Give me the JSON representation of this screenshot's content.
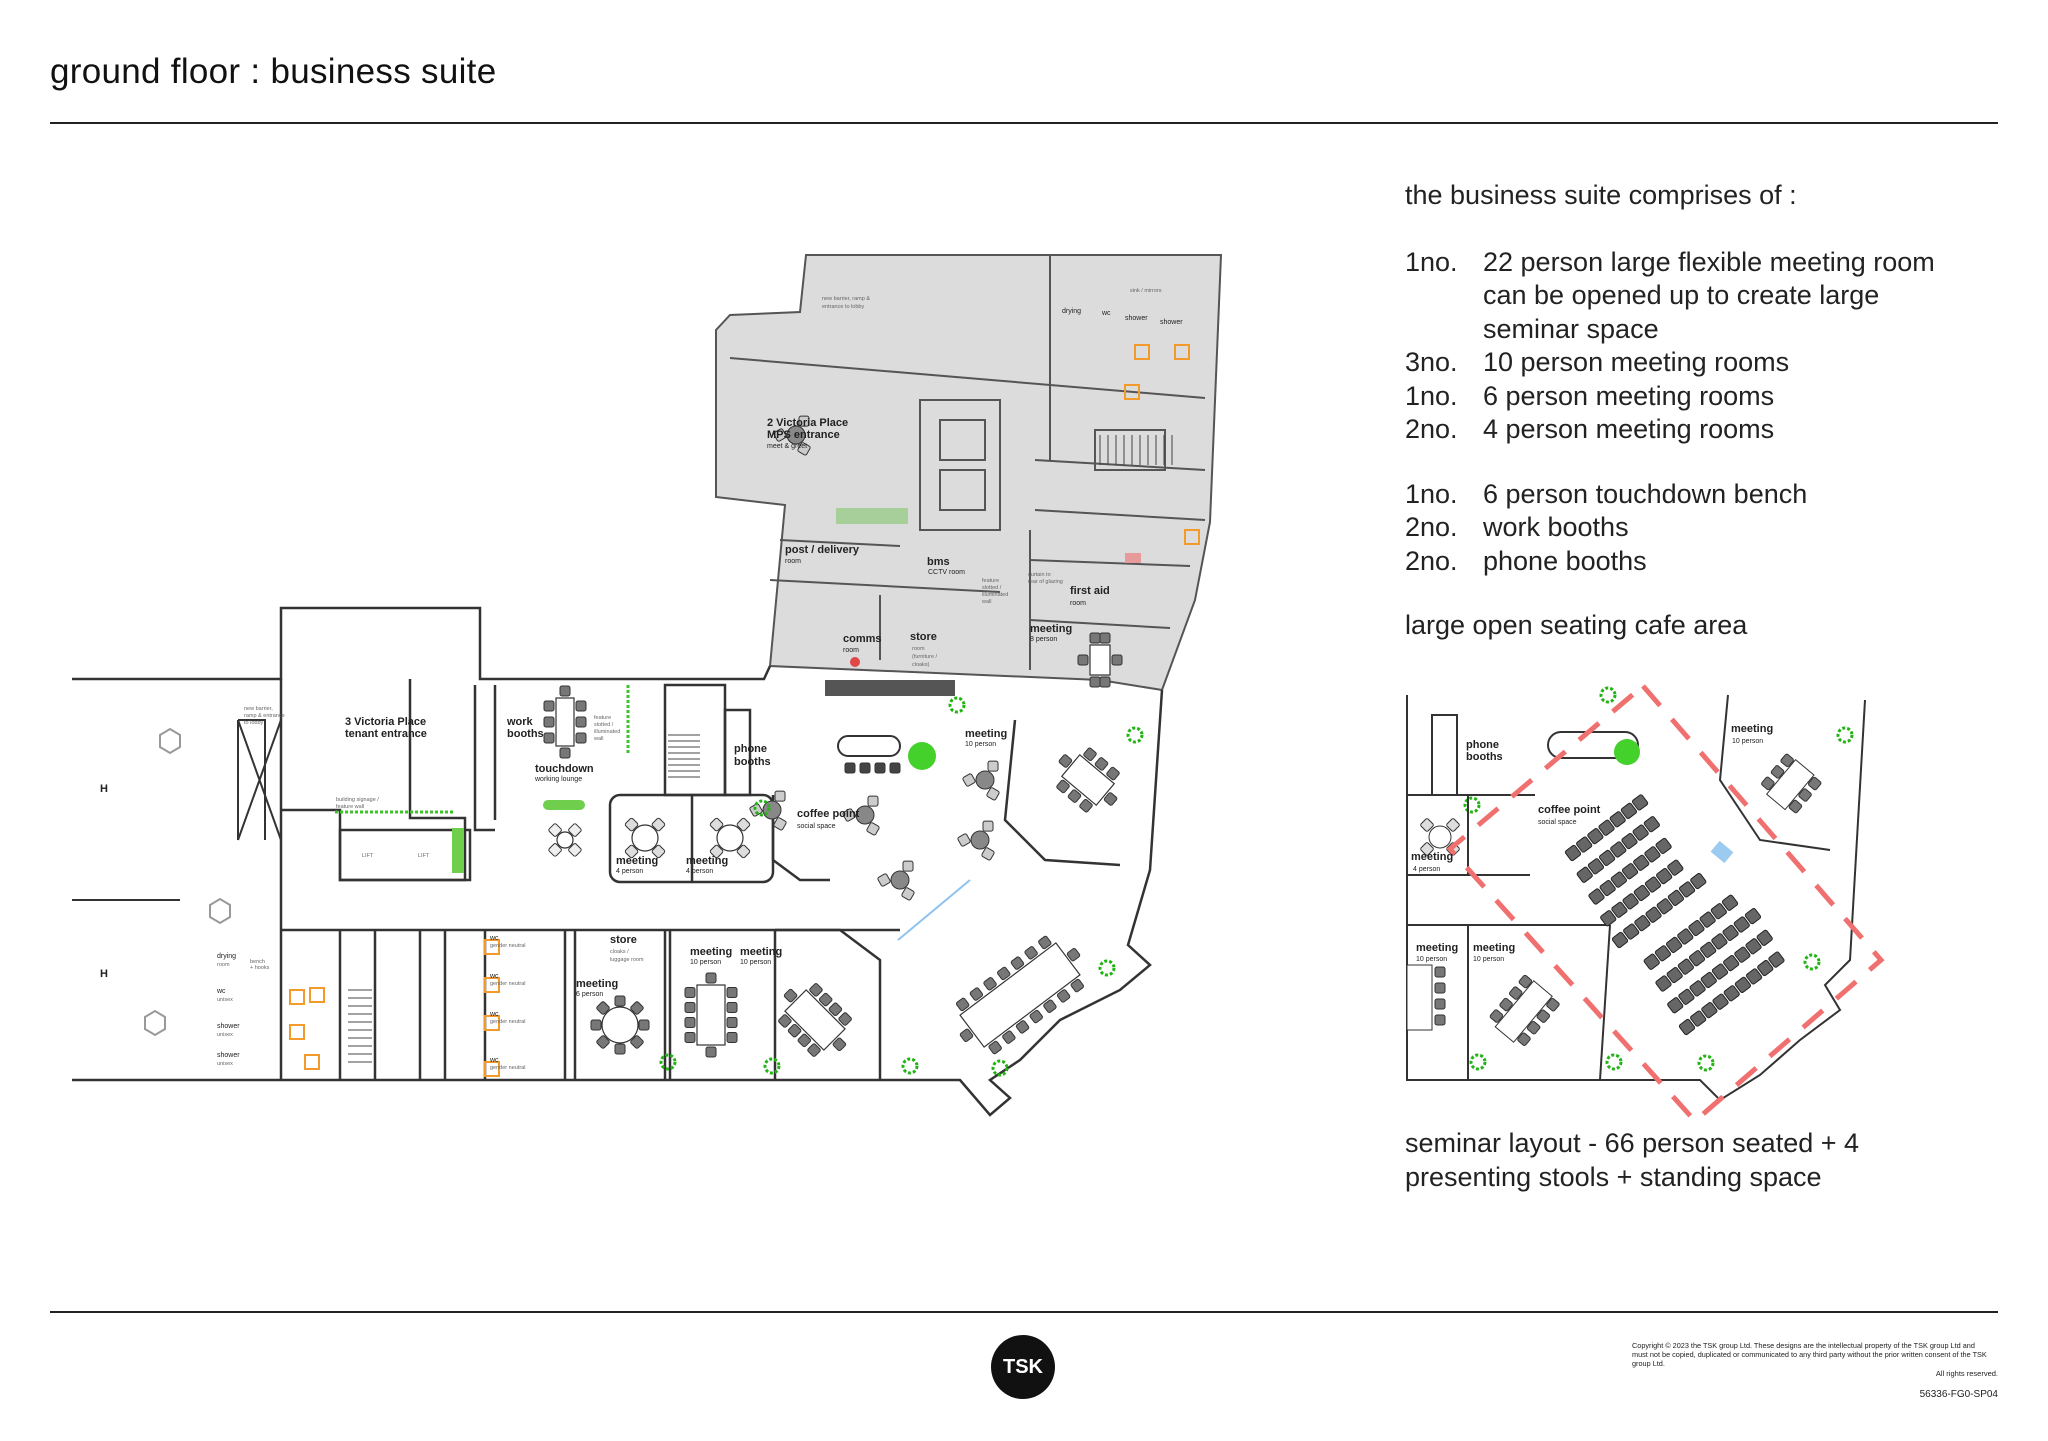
{
  "header": {
    "title": "ground floor : business suite"
  },
  "summary": {
    "intro": "the business suite comprises of :",
    "items": [
      {
        "qty": "1no.",
        "lines": [
          "22 person large flexible meeting room",
          "can be opened up to create large",
          "seminar space"
        ]
      },
      {
        "qty": "3no.",
        "lines": [
          "10 person meeting rooms"
        ]
      },
      {
        "qty": "1no.",
        "lines": [
          "6 person meeting rooms"
        ]
      },
      {
        "qty": "2no.",
        "lines": [
          "4 person meeting rooms"
        ]
      },
      {
        "qty": "1no.",
        "lines": [
          "6 person touchdown bench"
        ]
      },
      {
        "qty": "2no.",
        "lines": [
          "work booths"
        ]
      },
      {
        "qty": "2no.",
        "lines": [
          "phone booths"
        ]
      }
    ],
    "cafe": "large open seating cafe area"
  },
  "inset": {
    "caption": [
      "seminar layout - 66 person seated + 4",
      "presenting stools + standing space"
    ],
    "labels": {
      "phone": "phone",
      "booths": "booths",
      "coffee": "coffee point",
      "social": "social space",
      "meeting": "meeting",
      "p10": "10 person",
      "p4": "4 person"
    }
  },
  "plan": {
    "v2_title": "2 Victoria Place",
    "v2_sub": "MPS entrance",
    "v2_note": "meet & greet",
    "v3_title": "3 Victoria Place",
    "v3_sub": "tenant entrance",
    "barrier": [
      "new barrier,",
      "ramp & entrance",
      "to lobby"
    ],
    "barrier_top": [
      "new barrier, ramp &",
      "entrance to lobby"
    ],
    "signage": [
      "building signage /",
      "feature wall"
    ],
    "lift": "LIFT",
    "work": "work",
    "booths": "booths",
    "touchdown": "touchdown",
    "working_lounge": "working lounge",
    "feature_wall": [
      "feature",
      "slotted /",
      "illuminated",
      "wall"
    ],
    "post": "post / delivery",
    "room": "room",
    "bms": "bms",
    "cctv": "CCTV room",
    "curtain": [
      "curtain to",
      "rear of glazing"
    ],
    "first_aid": "first aid",
    "comms": "comms",
    "store": "store",
    "store_sub": [
      "room",
      "(furniture /",
      "cloaks)"
    ],
    "cloaks": [
      "cloaks /",
      "luggage room"
    ],
    "phone": "phone",
    "coffee": "coffee point",
    "social": "social space",
    "meeting": "meeting",
    "p4": "4 person",
    "p6": "6 person",
    "p8": "8 person",
    "p10": "10 person",
    "drying": "drying",
    "bench": [
      "bench",
      "+ hooks"
    ],
    "wc": "wc",
    "unisex": "unisex",
    "shower": "shower",
    "gender_neutral": "gender neutral",
    "sink": "sink / mirrors"
  },
  "footer": {
    "logo": "TSK",
    "copyright": "Copyright © 2023 the TSK group Ltd. These designs are the intellectual property of the TSK group Ltd and must not be copied, duplicated or communicated to any third party without the prior written consent of the TSK group Ltd.",
    "rights": "All rights reserved.",
    "reference": "56336-FG0-SP04"
  },
  "colors": {
    "grey_area": "#dcdcdc",
    "seminar_outline": "#f07070",
    "sanitary": "#f39a2a",
    "planting": "#3cc42a",
    "chairs": "#777777"
  }
}
